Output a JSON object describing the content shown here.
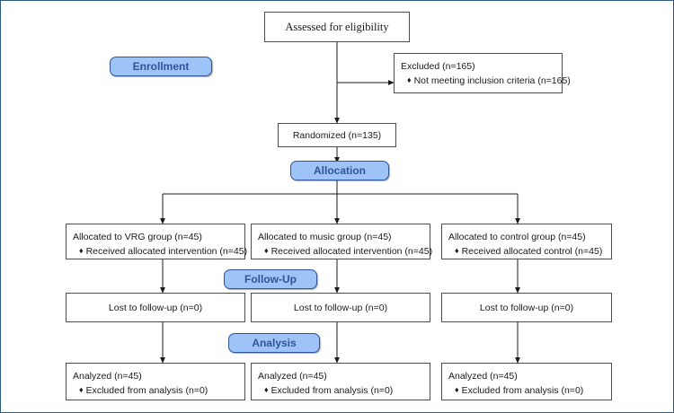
{
  "figure": {
    "title": "CONSORT participant flow diagram",
    "border_color": "#2e5c7e",
    "background": "#ffffff"
  },
  "colors": {
    "stage_fill": "#9dc3f7",
    "stage_border": "#2f5597",
    "stage_text": "#2f5597",
    "box_border": "#4d4d4d",
    "box_text": "#1a1a1a",
    "connector": "#1a1a1a"
  },
  "stages": [
    {
      "id": "enrollment",
      "label": "Enrollment"
    },
    {
      "id": "allocation",
      "label": "Allocation"
    },
    {
      "id": "followup",
      "label": "Follow-Up"
    },
    {
      "id": "analysis",
      "label": "Analysis"
    }
  ],
  "nodes": {
    "assessed": {
      "label": "Assessed for eligibility"
    },
    "excluded": {
      "line1": "Excluded (n=165)",
      "bullets": [
        "Not meeting inclusion criteria (n=165)"
      ],
      "bullet_glyph": "♦"
    },
    "randomized": {
      "label": "Randomized (n=135)"
    },
    "allocated": [
      {
        "id": "vrg",
        "line1": "Allocated to VRG group (n=45)",
        "bullets": [
          "Received allocated intervention (n=45)"
        ],
        "bullet_glyph": "♦"
      },
      {
        "id": "music",
        "line1": "Allocated to music group (n=45)",
        "bullets": [
          "Received allocated intervention (n=45)"
        ],
        "bullet_glyph": "♦"
      },
      {
        "id": "control",
        "line1": "Allocated to control group (n=45)",
        "bullets": [
          "Received allocated control (n=45)"
        ],
        "bullet_glyph": "♦"
      }
    ],
    "followup": [
      {
        "id": "vrg",
        "label": "Lost to follow-up (n=0)"
      },
      {
        "id": "music",
        "label": "Lost to follow-up (n=0)"
      },
      {
        "id": "control",
        "label": "Lost to follow-up (n=0)"
      }
    ],
    "analyzed": [
      {
        "id": "vrg",
        "line1": "Analyzed  (n=45)",
        "bullets": [
          "Excluded from analysis (n=0)"
        ],
        "bullet_glyph": "♦"
      },
      {
        "id": "music",
        "line1": "Analyzed  (n=45)",
        "bullets": [
          "Excluded from analysis (n=0)"
        ],
        "bullet_glyph": "♦"
      },
      {
        "id": "control",
        "line1": "Analyzed  (n=45)",
        "bullets": [
          "Excluded from analysis (n=0)"
        ],
        "bullet_glyph": "♦"
      }
    ]
  }
}
